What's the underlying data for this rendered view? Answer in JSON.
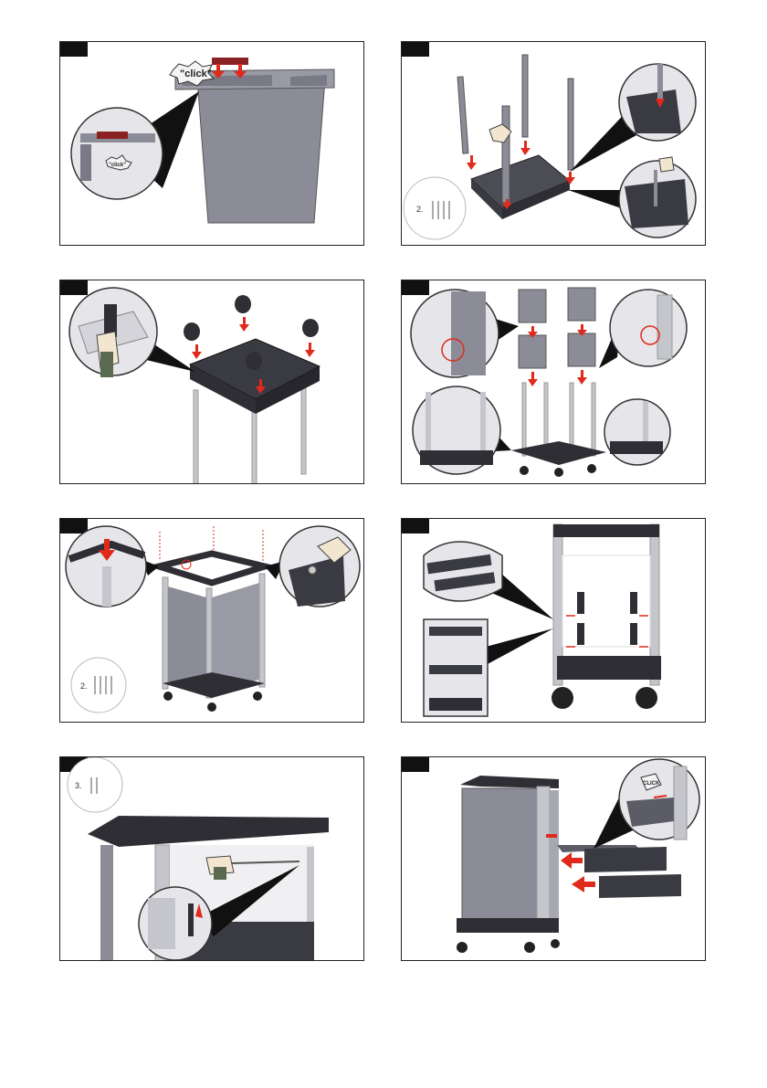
{
  "colors": {
    "plastic": "#8c8c98",
    "plastic_dark": "#5c5c66",
    "frame": "#2e2e34",
    "aluminum": "#c4c6cc",
    "arrow": "#e02a1c",
    "badge": "#111111",
    "border": "#222222"
  },
  "panels": [
    {
      "id": "p1",
      "callouts": [
        "\"click\"",
        "\"click\""
      ]
    },
    {
      "id": "p2",
      "parts_qty": "2."
    },
    {
      "id": "p3"
    },
    {
      "id": "p4"
    },
    {
      "id": "p5",
      "parts_qty": "2."
    },
    {
      "id": "p6"
    },
    {
      "id": "p7",
      "parts_qty": "3."
    },
    {
      "id": "p8",
      "callouts": [
        "CLICK"
      ]
    }
  ]
}
